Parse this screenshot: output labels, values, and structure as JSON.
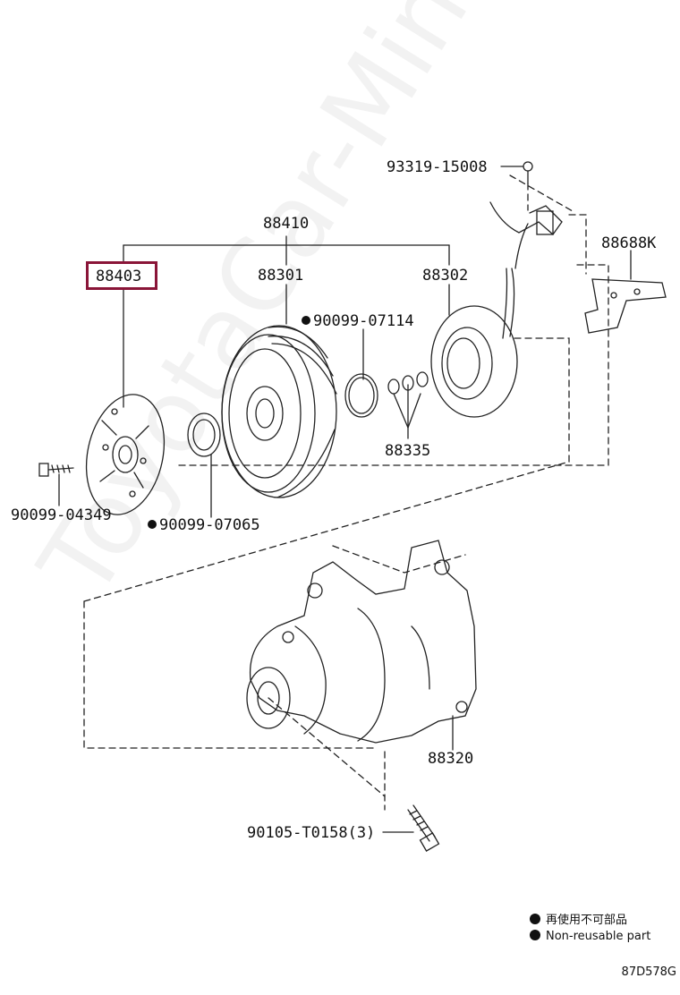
{
  "labels": {
    "p93319": "93319-15008",
    "p88410": "88410",
    "p88688k": "88688K",
    "p88403": "88403",
    "p88301": "88301",
    "p88302": "88302",
    "p90099_07114": "90099-07114",
    "p88335": "88335",
    "p90099_04349": "90099-04349",
    "p90099_07065": "90099-07065",
    "p88320": "88320",
    "p90105": "90105-T0158(3)"
  },
  "legend": {
    "line1": "再使用不可部品",
    "line2": "Non-reusable part"
  },
  "watermark": "ToyotaCar-Mine.ru",
  "figure_code": "87D578G",
  "colors": {
    "highlight": "#8a1538",
    "line": "#222222"
  }
}
